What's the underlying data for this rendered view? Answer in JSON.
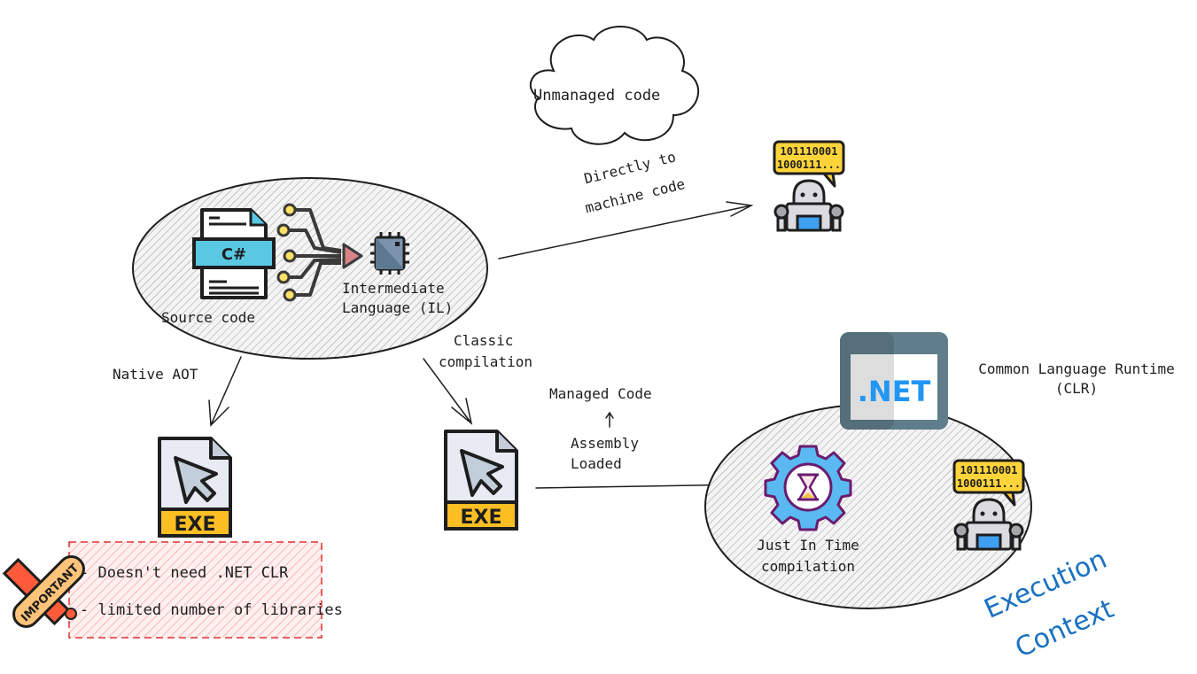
{
  "diagram": {
    "cloud": {
      "label": "Unmanaged code"
    },
    "source_ellipse": {
      "source_label": "Source code",
      "file_badge": "C#",
      "il_label_line1": "Intermediate",
      "il_label_line2": "Language (IL)"
    },
    "edges": {
      "direct_line1": "Directly to",
      "direct_line2": "machine code",
      "native_aot": "Native AOT",
      "classic_line1": "Classic",
      "classic_line2": "compilation",
      "managed_code": "Managed Code",
      "assembly_line1": "Assembly",
      "assembly_line2": "Loaded"
    },
    "robot_bubble": {
      "line1": "101110001",
      "line2": "1000111..."
    },
    "exe_label": "EXE",
    "clr": {
      "logo_text": ".NET",
      "label_line1": "Common Language Runtime",
      "label_line2": "(CLR)",
      "jit_line1": "Just In Time",
      "jit_line2": "compilation"
    },
    "execution_context": {
      "line1": "Execution",
      "line2": "Context"
    },
    "note": {
      "badge": "IMPORTANT",
      "items": [
        "- Doesn't need .NET CLR",
        "- limited number of libraries"
      ]
    },
    "colors": {
      "accent_blue": "#1971c2",
      "note_red": "#e03131",
      "exe_yellow": "#fbbf24",
      "csharp_cyan": "#5bc8e3",
      "net_blue": "#2196f3",
      "gear_blue": "#5ab9f0",
      "gear_purple": "#6a1b6f"
    }
  }
}
